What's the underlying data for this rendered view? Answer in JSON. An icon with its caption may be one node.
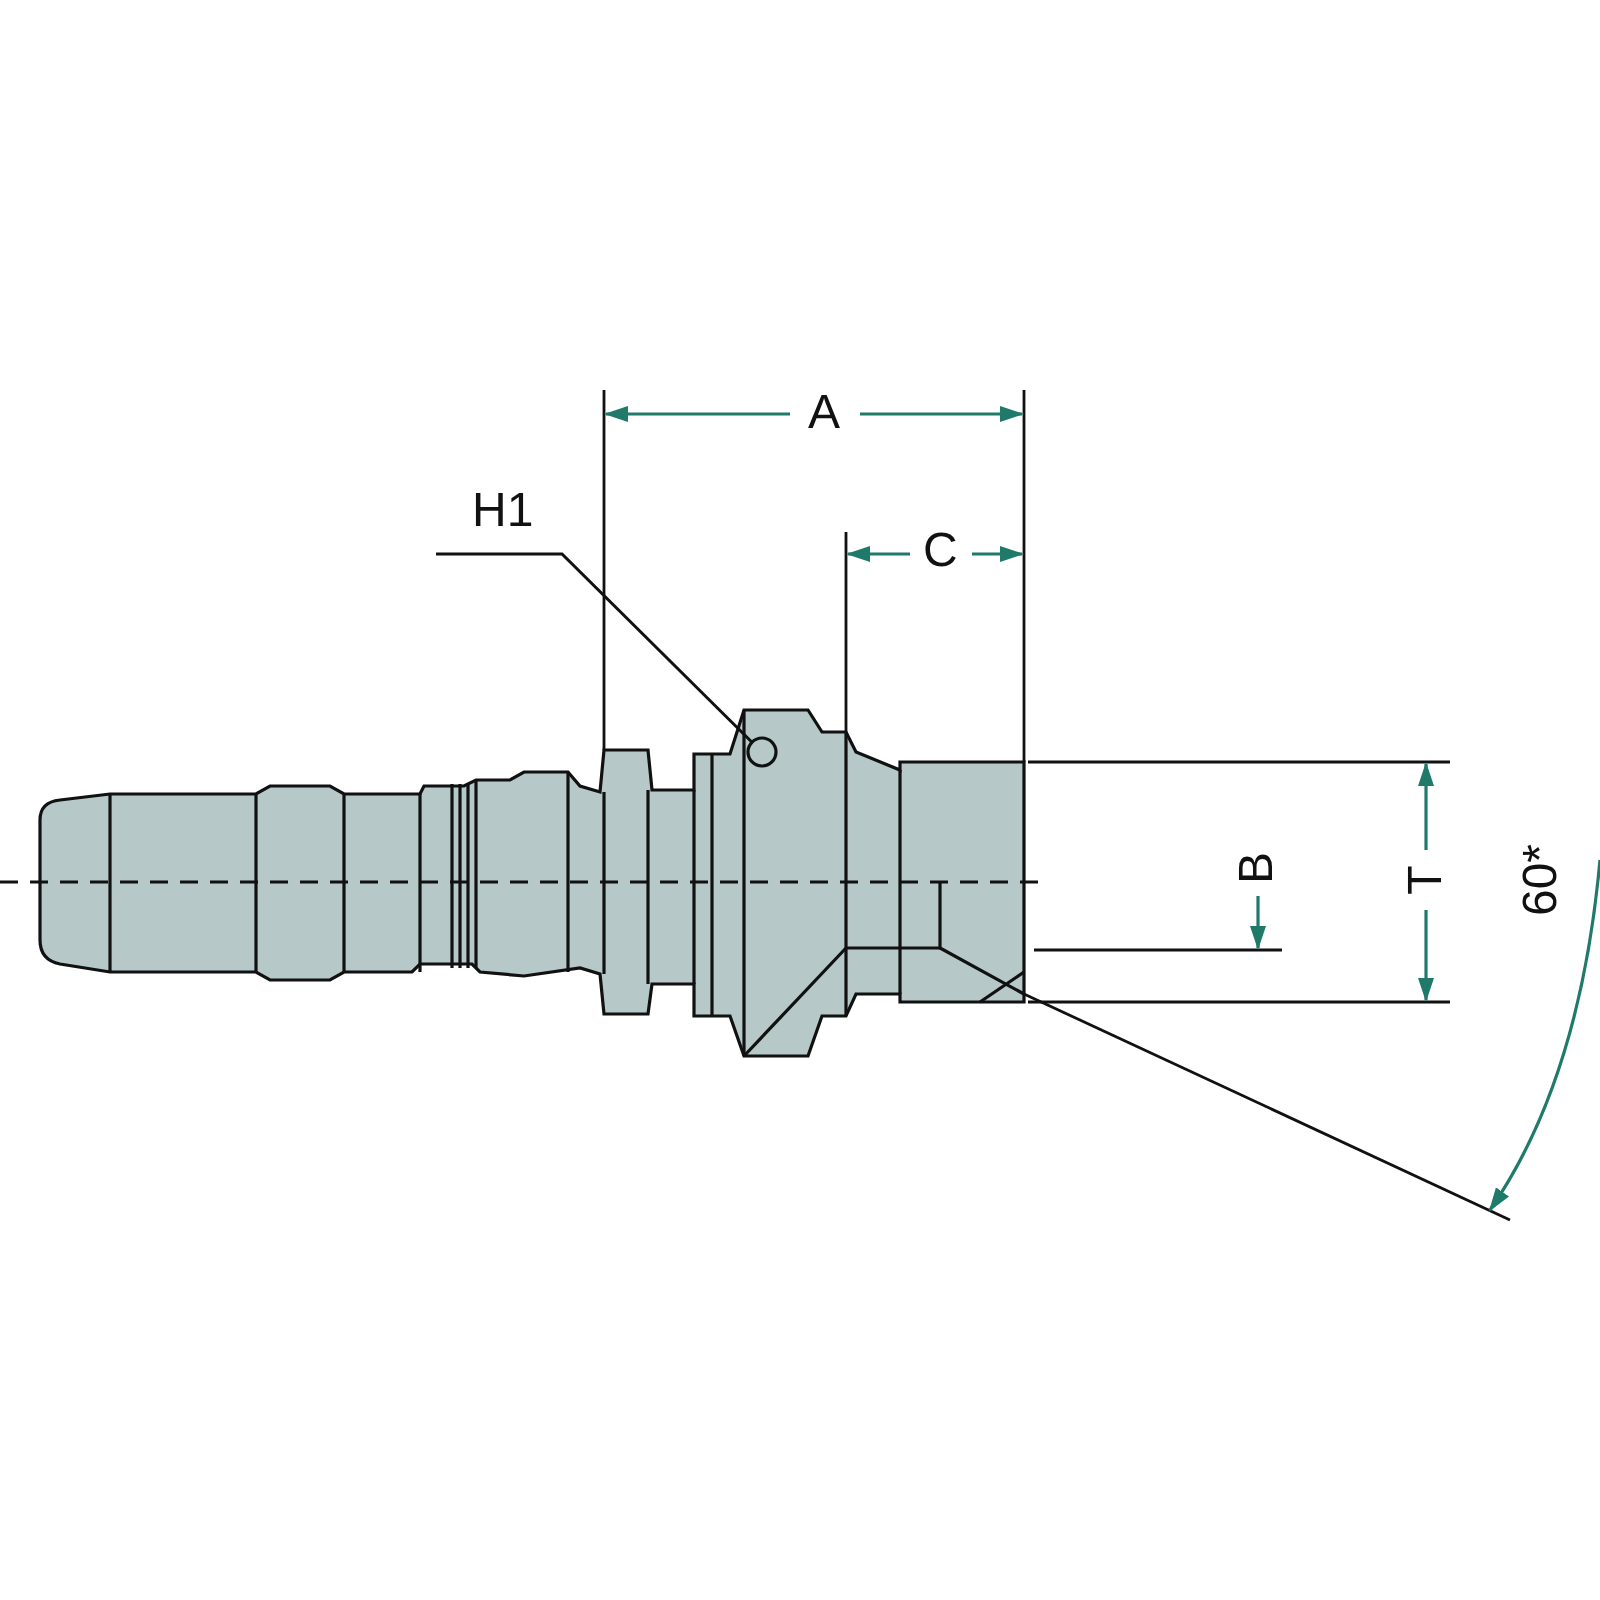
{
  "diagram": {
    "nodes": [
      {
        "text": [
          "H1"
        ]
      },
      {
        "text": [],
        "shape": "circle"
      }
    ],
    "edges": [
      {
        "from": 0,
        "to": 1,
        "arrow": "none"
      }
    ],
    "labels": [
      "A",
      "C",
      "B",
      "T",
      "60*"
    ]
  }
}
